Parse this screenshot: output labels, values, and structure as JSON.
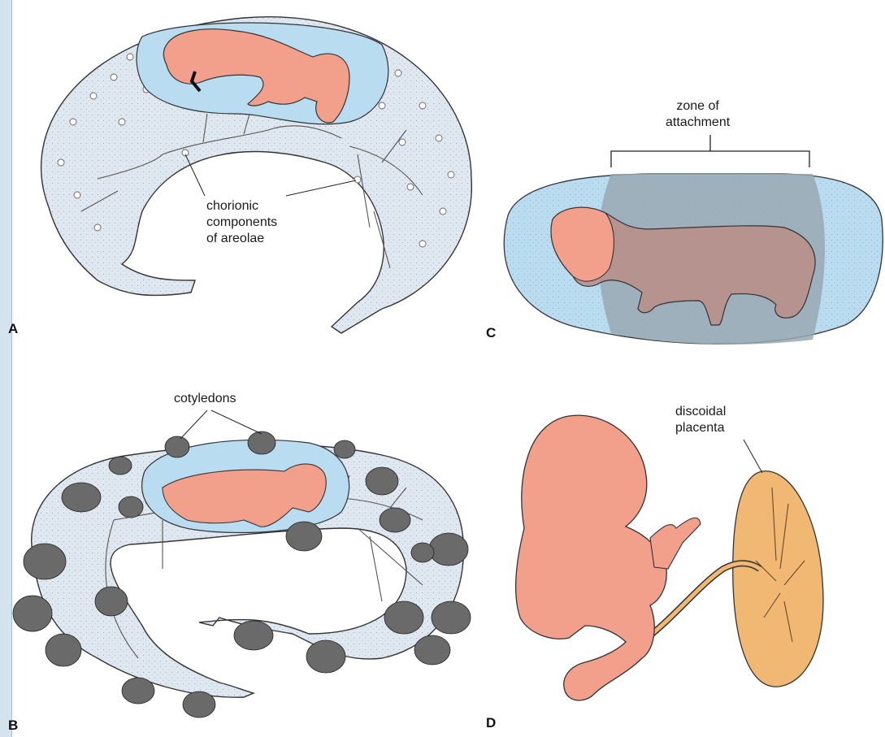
{
  "panels": {
    "a": {
      "letter": "A",
      "label_lines": [
        "chorionic",
        "components",
        "of areolae"
      ]
    },
    "b": {
      "letter": "B",
      "label": "cotyledons"
    },
    "c": {
      "letter": "C",
      "label_lines": [
        "zone of",
        "attachment"
      ]
    },
    "d": {
      "letter": "D",
      "label_lines": [
        "discoidal",
        "placenta"
      ]
    }
  },
  "colors": {
    "membrane": "#dfe8f0",
    "amnion": "#b9dcf1",
    "fetus": "#f2a08c",
    "placenta": "#f0b872",
    "zone": "#98a8b3",
    "cotyledon": "#444444",
    "edge_band": "#d5e3ee"
  }
}
